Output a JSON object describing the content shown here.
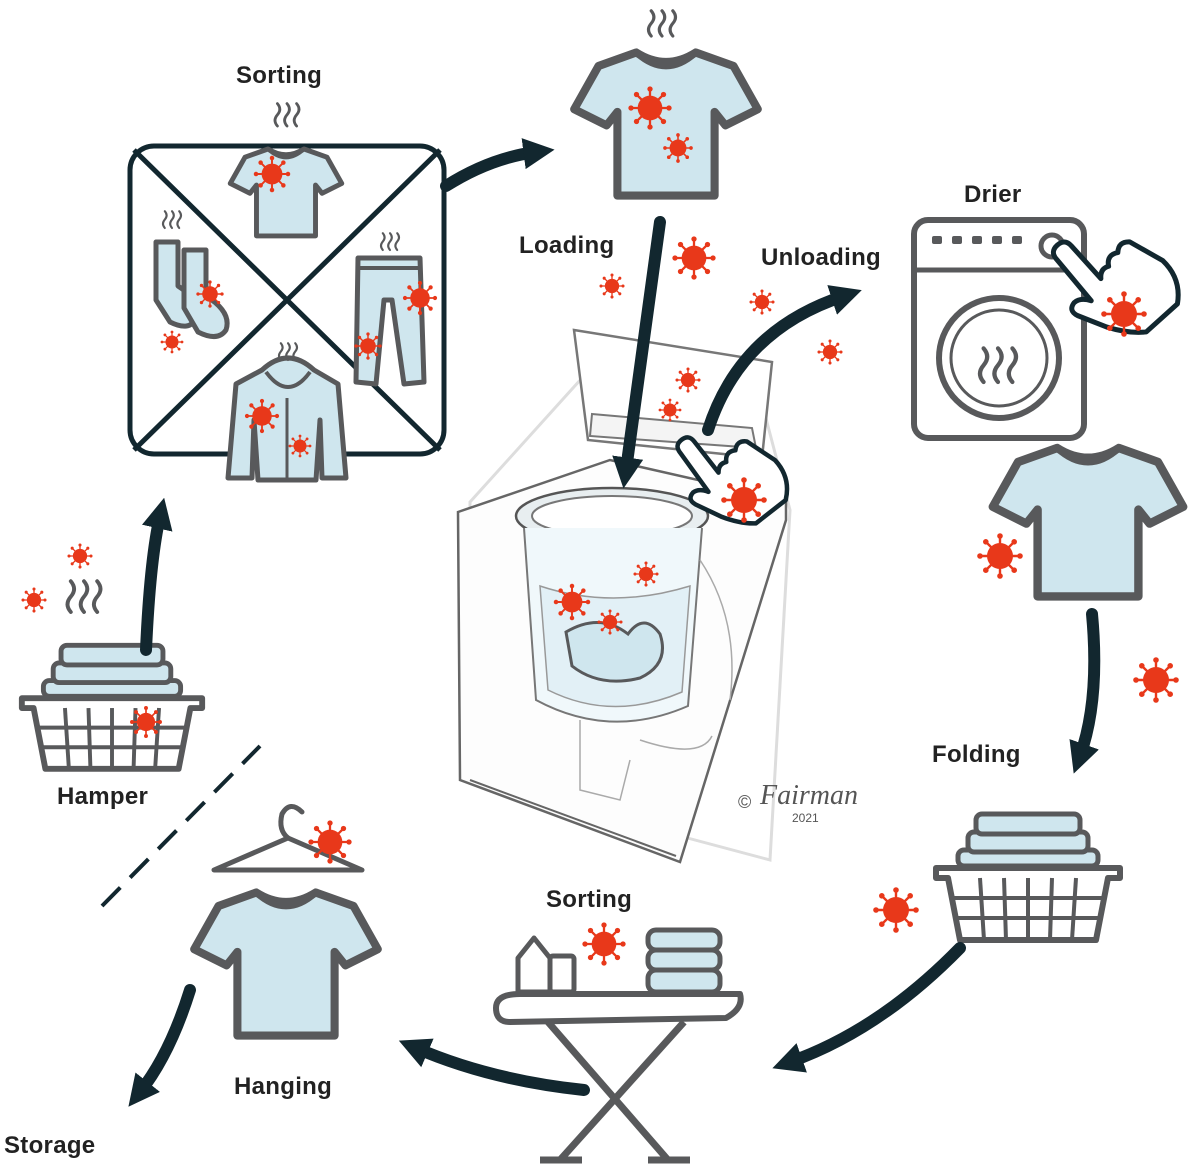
{
  "labels": {
    "sorting_top": "Sorting",
    "loading": "Loading",
    "unloading": "Unloading",
    "drier": "Drier",
    "hamper": "Hamper",
    "folding": "Folding",
    "sorting_bottom": "Sorting",
    "hanging": "Hanging",
    "storage": "Storage"
  },
  "signature": {
    "copyright": "©",
    "name": "Fairman",
    "year": "2021"
  },
  "colors": {
    "outline": "#58595b",
    "fabric": "#cfe6ee",
    "germ": "#e8381a",
    "arrow": "#12272f",
    "label": "#222222"
  },
  "icons": [
    "shirt-icon",
    "socks-icon",
    "pants-icon",
    "hoodie-icon",
    "germ-icon",
    "steam-icon",
    "washing-machine-icon",
    "dryer-icon",
    "hand-pointer-icon",
    "laundry-basket-icon",
    "ironing-board-icon",
    "hanger-icon",
    "house-icon",
    "towel-stack-icon"
  ]
}
